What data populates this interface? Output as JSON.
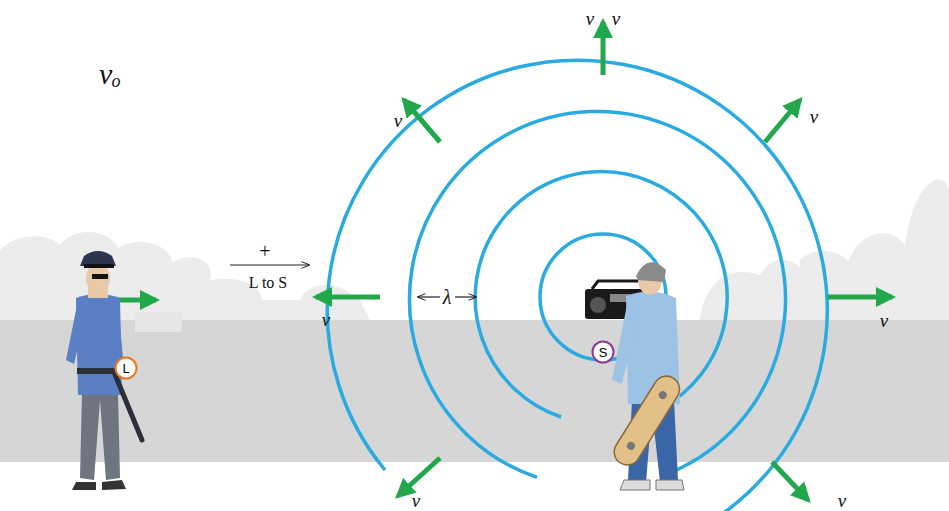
{
  "diagram": {
    "nodes": [
      {
        "text": [
          "L"
        ]
      },
      {
        "text": [
          "S"
        ]
      }
    ],
    "labels": [
      "vₒ",
      "+",
      "L to S",
      "λ",
      "v",
      "v",
      "v",
      "v",
      "v",
      "v",
      "v",
      "v"
    ]
  }
}
